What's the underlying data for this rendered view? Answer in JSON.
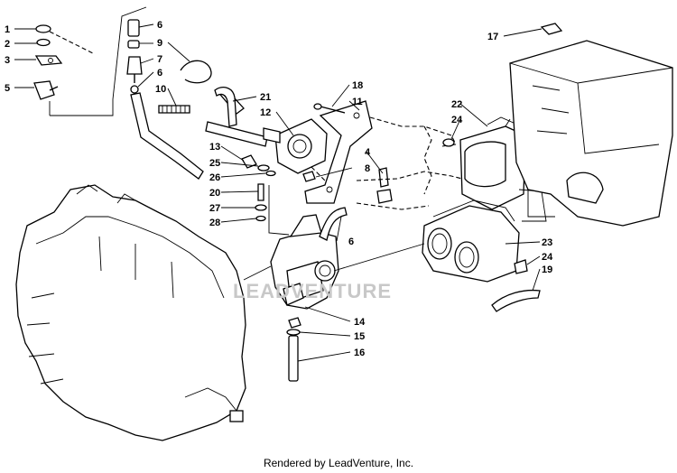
{
  "watermark": "LEADVENTURE",
  "footer": "Rendered by LeadVenture, Inc.",
  "callouts": {
    "c1": "1",
    "c2": "2",
    "c3": "3",
    "c5": "5",
    "c6a": "6",
    "c6b": "6",
    "c6c": "6",
    "c7": "7",
    "c9": "9",
    "c10": "10",
    "c21": "21",
    "c12": "12",
    "c18": "18",
    "c11": "11",
    "c13": "13",
    "c25": "25",
    "c26": "26",
    "c20": "20",
    "c27": "27",
    "c28": "28",
    "c4": "4",
    "c8": "8",
    "c22": "22",
    "c24a": "24",
    "c17": "17",
    "c23": "23",
    "c24b": "24",
    "c19": "19",
    "c14": "14",
    "c15": "15",
    "c16": "16"
  }
}
